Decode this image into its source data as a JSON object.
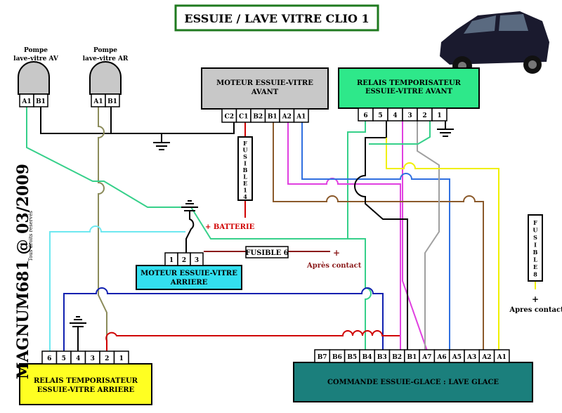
{
  "title": "ESSUIE / LAVE VITRE CLIO 1",
  "watermark": "MAGNUM681 @ 03/2009",
  "rights": "Tous droits réservés",
  "pumps": [
    {
      "label1": "Pompe",
      "label2": "lave-vitre AV",
      "pins": [
        "A1",
        "B1"
      ]
    },
    {
      "label1": "Pompe",
      "label2": "lave-vitre AR",
      "pins": [
        "A1",
        "B1"
      ]
    }
  ],
  "motor_front": {
    "line1": "MOTEUR ESSUIE-VITRE",
    "line2": "AVANT",
    "pins": [
      "C2",
      "C1",
      "B2",
      "B1",
      "A2",
      "A1"
    ]
  },
  "relay_front": {
    "line1": "RELAIS TEMPORISATEUR",
    "line2": "ESSUIE-VITRE AVANT",
    "pins": [
      "6",
      "5",
      "4",
      "3",
      "2",
      "1"
    ]
  },
  "fuse14": {
    "chars": [
      "F",
      "U",
      "S",
      "I",
      "B",
      "L",
      "E",
      "1",
      "4"
    ]
  },
  "batterie": "+ BATTERIE",
  "motor_rear": {
    "line1": "MOTEUR ESSUIE-VITRE",
    "line2": "ARRIERE",
    "pins": [
      "1",
      "2",
      "3"
    ]
  },
  "fuse6": {
    "label": "FUSIBLE 6",
    "plus": "+",
    "apc": "Après contact"
  },
  "fuse8": {
    "chars": [
      "F",
      "U",
      "S",
      "I",
      "B",
      "L",
      "E",
      "8"
    ],
    "plus": "+",
    "apc": "Apres contact"
  },
  "relay_rear": {
    "line1": "RELAIS TEMPORISATEUR",
    "line2": "ESSUIE-VITRE ARRIERE",
    "pins": [
      "6",
      "5",
      "4",
      "3",
      "2",
      "1"
    ]
  },
  "commande": {
    "label": "COMMANDE ESSUIE-GLACE : LAVE GLACE",
    "pins": [
      "B7",
      "B6",
      "B5",
      "B4",
      "B3",
      "B2",
      "B1",
      "A7",
      "A6",
      "A5",
      "A3",
      "A2",
      "A1"
    ]
  },
  "colors": {
    "green": "#2e8b3a",
    "lightgreen": "#7fe0a0",
    "cyan": "#33e0f0",
    "teal": "#1b7f7c",
    "motor_gray": "#c8c8c8",
    "relay_green": "#2ee88a"
  }
}
